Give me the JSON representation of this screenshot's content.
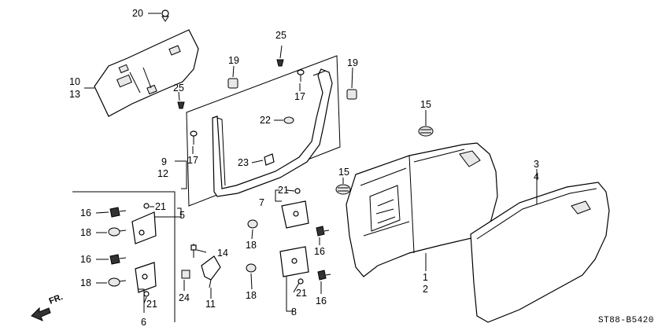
{
  "diagram": {
    "reference_code": "ST88-B5420",
    "direction_label": "FR.",
    "callouts": {
      "c20": "20",
      "c10": "10",
      "c13": "13",
      "c25a": "25",
      "c25b": "25",
      "c19a": "19",
      "c19b": "19",
      "c17a": "17",
      "c17b": "17",
      "c22": "22",
      "c23": "23",
      "c9": "9",
      "c12": "12",
      "c15a": "15",
      "c15b": "15",
      "c3": "3",
      "c4": "4",
      "c1": "1",
      "c2": "2",
      "c7": "7",
      "c21a": "21",
      "c21b": "21",
      "c21c": "21",
      "c21d": "21",
      "c5": "5",
      "c6": "6",
      "c8": "8",
      "c16a": "16",
      "c16b": "16",
      "c16c": "16",
      "c16d": "16",
      "c18a": "18",
      "c18b": "18",
      "c18c": "18",
      "c18d": "18",
      "c14": "14",
      "c11": "11",
      "c24": "24"
    }
  }
}
